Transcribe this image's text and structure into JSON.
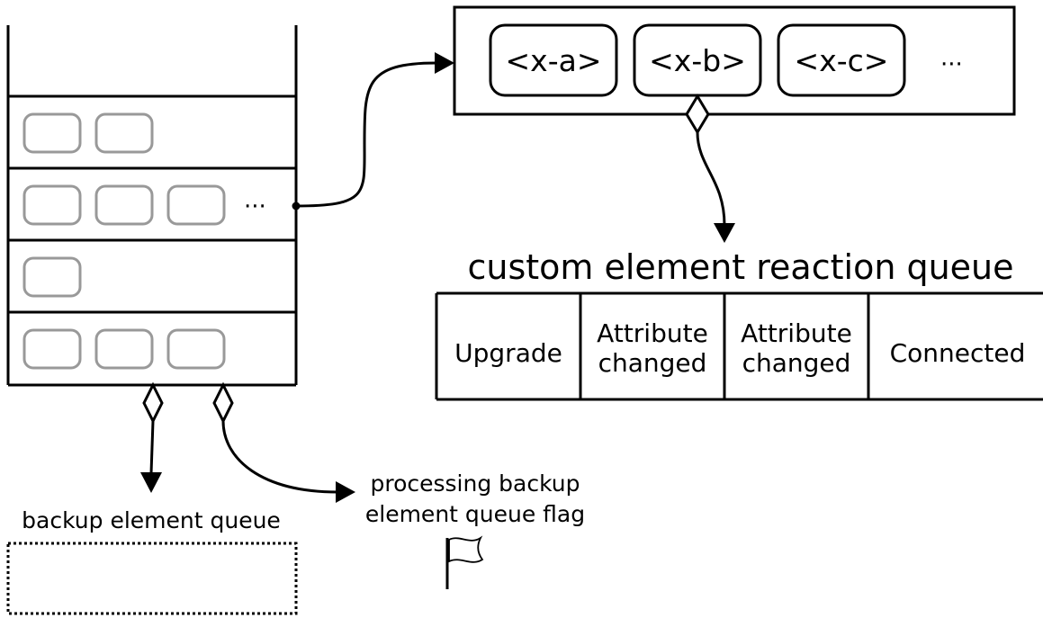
{
  "element_queue": {
    "items": [
      "<x-a>",
      "<x-b>",
      "<x-c>"
    ],
    "ellipsis": "···"
  },
  "stack": {
    "ellipsis": "···"
  },
  "reaction_queue": {
    "title": "custom element reaction queue",
    "cells": [
      {
        "lines": [
          "Upgrade"
        ]
      },
      {
        "lines": [
          "Attribute",
          "changed"
        ]
      },
      {
        "lines": [
          "Attribute",
          "changed"
        ]
      },
      {
        "lines": [
          "Connected"
        ]
      }
    ]
  },
  "backup_queue": {
    "label": "backup element queue"
  },
  "flag": {
    "lines": [
      "processing backup",
      "element queue flag"
    ]
  }
}
